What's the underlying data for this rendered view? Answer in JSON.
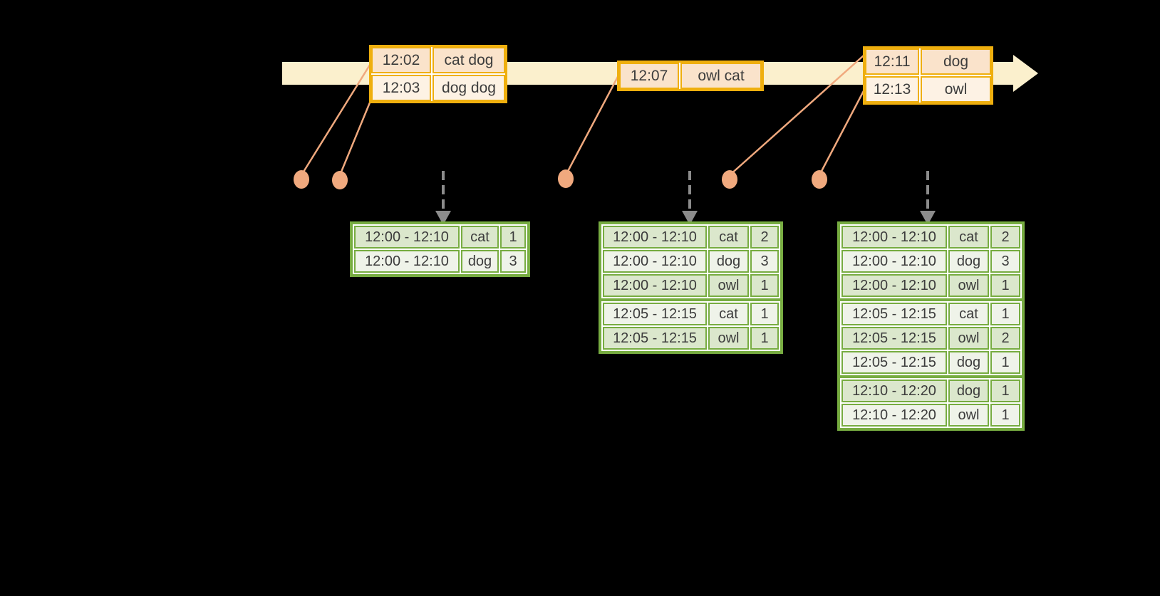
{
  "colors": {
    "background": "#000000",
    "timeline_band": "#fbf0cd",
    "event_border": "#efaf0e",
    "event_fill_dark": "#fae3cb",
    "event_fill_light": "#fdf2e4",
    "event_dot": "#f0a97e",
    "dashed_arrow": "#8c8c8c",
    "result_border": "#77ac41",
    "result_fill_dark": "#dbe7cc",
    "result_fill_light": "#eff3e9",
    "text": "#3c3c3c"
  },
  "event_tables": [
    {
      "rows": [
        {
          "time": "12:02",
          "words": "cat dog"
        },
        {
          "time": "12:03",
          "words": "dog dog"
        }
      ]
    },
    {
      "rows": [
        {
          "time": "12:07",
          "words": "owl cat"
        }
      ]
    },
    {
      "rows": [
        {
          "time": "12:11",
          "words": "dog"
        },
        {
          "time": "12:13",
          "words": "owl"
        }
      ]
    }
  ],
  "result_tables": [
    {
      "groups": [
        {
          "rows": [
            {
              "window": "12:00 - 12:10",
              "word": "cat",
              "count": "1"
            },
            {
              "window": "12:00 - 12:10",
              "word": "dog",
              "count": "3"
            }
          ]
        }
      ]
    },
    {
      "groups": [
        {
          "rows": [
            {
              "window": "12:00 - 12:10",
              "word": "cat",
              "count": "2"
            },
            {
              "window": "12:00 - 12:10",
              "word": "dog",
              "count": "3"
            },
            {
              "window": "12:00 - 12:10",
              "word": "owl",
              "count": "1"
            }
          ]
        },
        {
          "rows": [
            {
              "window": "12:05 - 12:15",
              "word": "cat",
              "count": "1"
            },
            {
              "window": "12:05 - 12:15",
              "word": "owl",
              "count": "1"
            }
          ]
        }
      ]
    },
    {
      "groups": [
        {
          "rows": [
            {
              "window": "12:00 - 12:10",
              "word": "cat",
              "count": "2"
            },
            {
              "window": "12:00 - 12:10",
              "word": "dog",
              "count": "3"
            },
            {
              "window": "12:00 - 12:10",
              "word": "owl",
              "count": "1"
            }
          ]
        },
        {
          "rows": [
            {
              "window": "12:05 - 12:15",
              "word": "cat",
              "count": "1"
            },
            {
              "window": "12:05 - 12:15",
              "word": "owl",
              "count": "2"
            },
            {
              "window": "12:05 - 12:15",
              "word": "dog",
              "count": "1"
            }
          ]
        },
        {
          "rows": [
            {
              "window": "12:10 - 12:20",
              "word": "dog",
              "count": "1"
            },
            {
              "window": "12:10 - 12:20",
              "word": "owl",
              "count": "1"
            }
          ]
        }
      ]
    }
  ]
}
